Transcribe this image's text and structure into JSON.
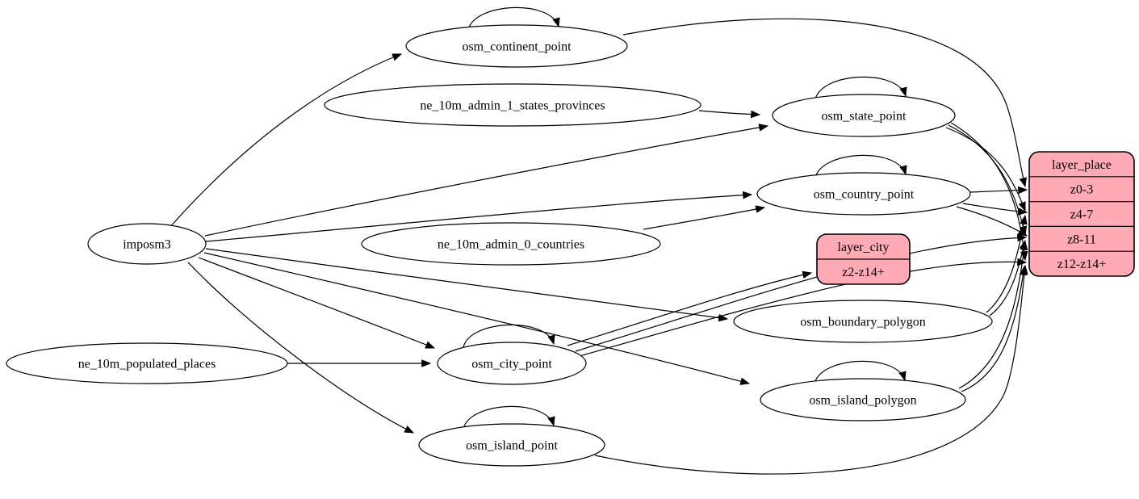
{
  "diagram": {
    "colors": {
      "background": "#ffffff",
      "node_fill": "#ffffff",
      "record_fill": "#ffaab4",
      "stroke": "#000000",
      "text": "#000000"
    },
    "nodes": [
      {
        "id": "imposm3",
        "label": "imposm3",
        "self_loop": false
      },
      {
        "id": "osm_continent_point",
        "label": "osm_continent_point",
        "self_loop": true
      },
      {
        "id": "ne_10m_admin_1_states_provinces",
        "label": "ne_10m_admin_1_states_provinces",
        "self_loop": false
      },
      {
        "id": "osm_state_point",
        "label": "osm_state_point",
        "self_loop": true
      },
      {
        "id": "osm_country_point",
        "label": "osm_country_point",
        "self_loop": true
      },
      {
        "id": "ne_10m_admin_0_countries",
        "label": "ne_10m_admin_0_countries",
        "self_loop": false
      },
      {
        "id": "osm_boundary_polygon",
        "label": "osm_boundary_polygon",
        "self_loop": false
      },
      {
        "id": "osm_city_point",
        "label": "osm_city_point",
        "self_loop": true
      },
      {
        "id": "ne_10m_populated_places",
        "label": "ne_10m_populated_places",
        "self_loop": false
      },
      {
        "id": "osm_island_polygon",
        "label": "osm_island_polygon",
        "self_loop": true
      },
      {
        "id": "osm_island_point",
        "label": "osm_island_point",
        "self_loop": true
      }
    ],
    "records": [
      {
        "id": "layer_place",
        "title": "layer_place",
        "rows": [
          "z0-3",
          "z4-7",
          "z8-11",
          "z12-z14+"
        ]
      },
      {
        "id": "layer_city",
        "title": "layer_city",
        "rows": [
          "z2-z14+"
        ]
      }
    ],
    "edges": [
      {
        "from": "imposm3",
        "to": "osm_continent_point"
      },
      {
        "from": "imposm3",
        "to": "osm_state_point"
      },
      {
        "from": "imposm3",
        "to": "osm_country_point"
      },
      {
        "from": "ne_10m_admin_1_states_provinces",
        "to": "osm_state_point"
      },
      {
        "from": "ne_10m_admin_0_countries",
        "to": "osm_country_point"
      },
      {
        "from": "ne_10m_populated_places",
        "to": "osm_city_point"
      },
      {
        "from": "imposm3",
        "to": "osm_city_point"
      },
      {
        "from": "imposm3",
        "to": "osm_island_point"
      },
      {
        "from": "imposm3",
        "to": "osm_island_polygon"
      },
      {
        "from": "imposm3",
        "to": "osm_boundary_polygon"
      },
      {
        "from": "osm_continent_point",
        "to": "layer_place",
        "row": "z0-3"
      },
      {
        "from": "osm_country_point",
        "to": "layer_place",
        "row": "z0-3"
      },
      {
        "from": "osm_country_point",
        "to": "layer_place",
        "row": "z4-7"
      },
      {
        "from": "osm_country_point",
        "to": "layer_place",
        "row": "z8-11"
      },
      {
        "from": "osm_state_point",
        "to": "layer_place",
        "row": "z4-7"
      },
      {
        "from": "osm_state_point",
        "to": "layer_place",
        "row": "z8-11"
      },
      {
        "from": "osm_state_point",
        "to": "layer_place",
        "row": "z12-z14+"
      },
      {
        "from": "osm_city_point",
        "to": "layer_city",
        "row": "z2-z14+"
      },
      {
        "from": "osm_city_point",
        "to": "layer_place",
        "row": "z8-11"
      },
      {
        "from": "osm_city_point",
        "to": "layer_place",
        "row": "z12-z14+"
      },
      {
        "from": "osm_boundary_polygon",
        "to": "layer_place",
        "row": "z4-7"
      },
      {
        "from": "osm_boundary_polygon",
        "to": "layer_place",
        "row": "z8-11"
      },
      {
        "from": "osm_island_polygon",
        "to": "layer_place",
        "row": "z8-11"
      },
      {
        "from": "osm_island_polygon",
        "to": "layer_place",
        "row": "z12-z14+"
      },
      {
        "from": "osm_island_point",
        "to": "layer_place",
        "row": "z12-z14+"
      }
    ]
  }
}
